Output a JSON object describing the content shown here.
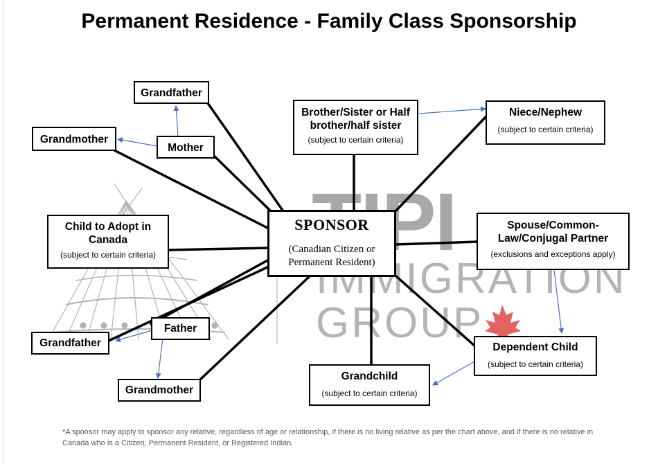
{
  "title": "Permanent Residence - Family Class Sponsorship",
  "watermark": {
    "name": "TIPI",
    "line2": "IMMIGRATION",
    "line3": "GROUP",
    "icons": [
      "tipi-icon",
      "maple-leaf-icon"
    ]
  },
  "sponsor": {
    "title": "SPONSOR",
    "subtitle_line1": "(Canadian Citizen or",
    "subtitle_line2": "Permanent Resident)"
  },
  "nodes": {
    "grandfather_maternal": {
      "label": "Grandfather"
    },
    "grandmother_maternal": {
      "label": "Grandmother"
    },
    "mother": {
      "label": "Mother"
    },
    "sibling": {
      "label_line1": "Brother/Sister or Half",
      "label_line2": "brother/half sister",
      "criteria": "(subject to certain criteria)"
    },
    "niece_nephew": {
      "label": "Niece/Nephew",
      "criteria": "(subject to certain criteria)"
    },
    "adopt_child": {
      "label_line1": "Child to Adopt in",
      "label_line2": "Canada",
      "criteria": "(subject to certain criteria)"
    },
    "spouse": {
      "label_line1": "Spouse/Common-",
      "label_line2": "Law/Conjugal Partner",
      "criteria": "(exclusions and exceptions apply)"
    },
    "father": {
      "label": "Father"
    },
    "grandfather_paternal": {
      "label": "Grandfather"
    },
    "grandmother_paternal": {
      "label": "Grandmother"
    },
    "grandchild": {
      "label": "Grandchild",
      "criteria": "(subject to certain criteria)"
    },
    "dependent_child": {
      "label": "Dependent Child",
      "criteria": "(subject to certain criteria)"
    }
  },
  "colors": {
    "connector": "#000000",
    "arrow": "#4472c4",
    "watermark": "#b4b4b4",
    "maple_leaf": "#e05252",
    "footnote": "#595959"
  },
  "footnote": "*A sponsor may apply to sponsor any relative, regardless of age or relationship, if there is no living relative as per the chart above, and if there is no relative in Canada who is a Citizen, Permanent Resident, or Registered Indian."
}
